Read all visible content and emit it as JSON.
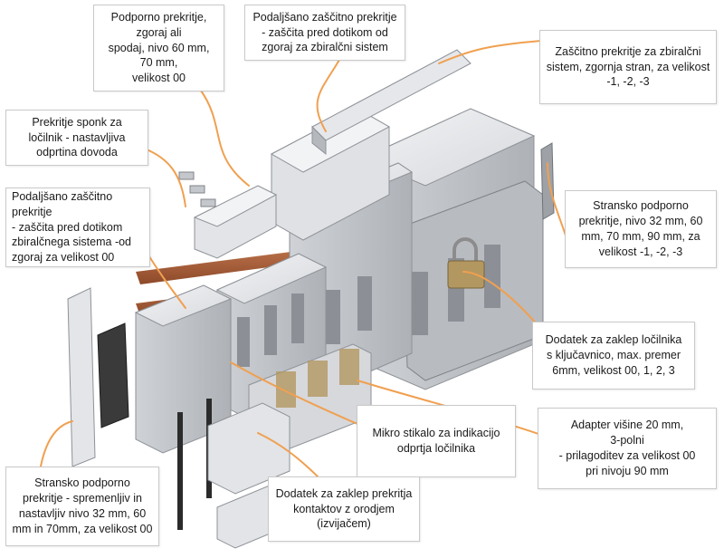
{
  "colors": {
    "leader": "#f0a050",
    "box_border": "#c9c9c9",
    "metal_light": "#e4e6e8",
    "metal_mid": "#c9ccd0",
    "metal_dark": "#9a9ea3",
    "copper": "#b0613a",
    "lock": "#b39760"
  },
  "callouts": [
    {
      "id": "c1",
      "text": "Podporno prekritje,\nzgoraj ali\nspodaj, nivo 60 mm,\n70 mm,\nvelikost 00"
    },
    {
      "id": "c2",
      "text": "Podaljšano zaščitno prekritje\n- zaščita pred dotikom od\nzgoraj za zbiralčni sistem"
    },
    {
      "id": "c3",
      "text": "Zaščitno prekritje za zbiralčni\nsistem, zgornja stran, za velikost\n-1, -2, -3"
    },
    {
      "id": "c4",
      "text": "Prekritje sponk za\nločilnik - nastavljiva\nodprtina dovoda"
    },
    {
      "id": "c5",
      "text": "Podaljšano zaščitno prekritje\n- zaščita pred dotikom\nzbiralčnega sistema -od\nzgoraj za velikost 00"
    },
    {
      "id": "c6",
      "text": "Stransko podporno\nprekritje, nivo 32 mm, 60\nmm, 70 mm, 90 mm, za\nvelikost -1, -2, -3"
    },
    {
      "id": "c7",
      "text": "Dodatek za zaklep ločilnika\ns ključavnico, max. premer\n6mm, velikost 00, 1, 2, 3"
    },
    {
      "id": "c8",
      "text": "Mikro stikalo za indikacijo\nodprtja ločilnika"
    },
    {
      "id": "c9",
      "text": "Adapter višine 20 mm,\n3-polni\n- prilagoditev za velikost 00\npri nivoju 90 mm"
    },
    {
      "id": "c10",
      "text": "Stransko podporno\nprekritje - spremenljiv in\nnastavljiv nivo 32 mm, 60\nmm in 70mm, za velikost 00"
    },
    {
      "id": "c11",
      "text": "Dodatek za zaklep prekritja\nkontaktov z orodjem\n(izvijačem)"
    }
  ]
}
